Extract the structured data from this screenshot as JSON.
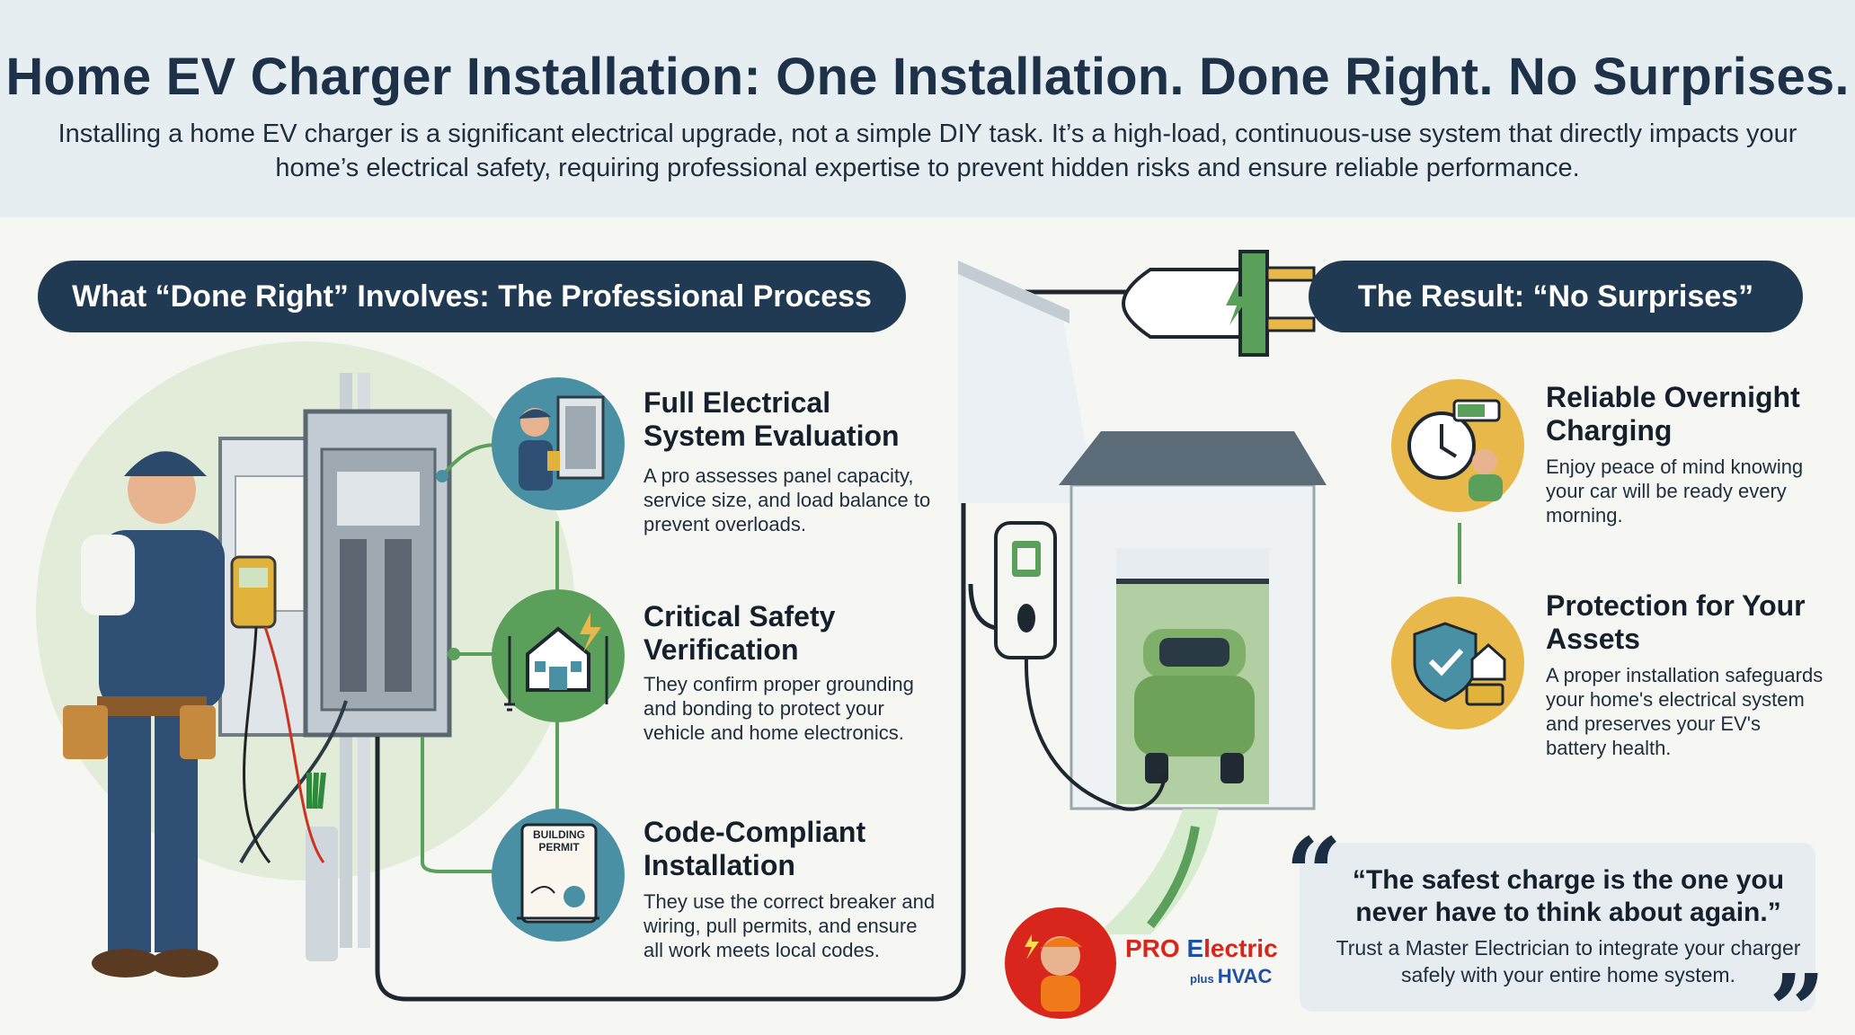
{
  "header": {
    "title": "Home EV Charger Installation: One Installation. Done Right. No Surprises.",
    "subtitle": "Installing a home EV charger is a significant electrical upgrade, not a simple DIY task. It’s a high-load, continuous-use system that directly impacts your home’s electrical safety, requiring professional expertise to prevent hidden risks and ensure reliable performance."
  },
  "left_section": {
    "heading": "What “Done Right” Involves: The Professional Process",
    "steps": [
      {
        "title": "Full Electrical System Evaluation",
        "description": "A pro assesses panel capacity, service size, and load balance to prevent overloads.",
        "icon": "electrician-panel-icon"
      },
      {
        "title": "Critical Safety Verification",
        "description": "They confirm proper grounding and bonding to protect your vehicle and home electronics.",
        "icon": "house-grounding-icon"
      },
      {
        "title": "Code-Compliant Installation",
        "description": "They use the correct breaker and wiring, pull permits, and ensure all work meets local codes.",
        "icon": "building-permit-icon",
        "icon_label": "BUILDING PERMIT"
      }
    ]
  },
  "right_section": {
    "heading": "The Result: “No Surprises”",
    "results": [
      {
        "title": "Reliable Overnight Charging",
        "description": "Enjoy peace of mind knowing your car will be ready every morning.",
        "icon": "clock-battery-icon"
      },
      {
        "title": "Protection for Your Assets",
        "description": "A proper installation safeguards your home's electrical system and preserves your EV's battery health.",
        "icon": "shield-house-icon"
      }
    ]
  },
  "quote": {
    "text": "“The safest charge is the one you never have to think about again.”",
    "subtext": "Trust a Master Electrician to integrate your charger safely with your entire home system.",
    "open_mark": "“",
    "close_mark": "”"
  },
  "logo": {
    "pro": "PRO",
    "e": "E",
    "lectric": "lectric",
    "plus": "plus",
    "hvac": "HVAC"
  },
  "colors": {
    "navy": "#1f3a52",
    "green": "#5aa05a",
    "teal": "#4a90a4",
    "gold": "#e9b84a",
    "brand_red": "#d8261c",
    "brand_blue": "#1f4fa6"
  }
}
